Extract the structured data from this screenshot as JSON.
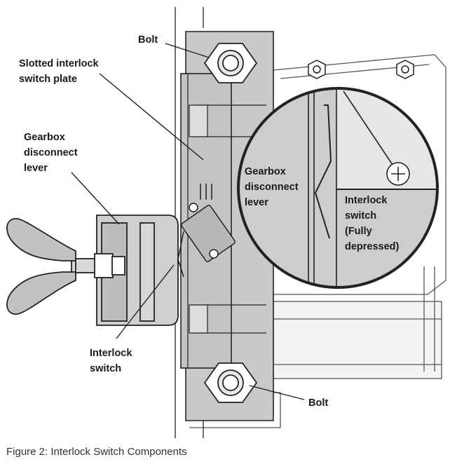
{
  "labels": {
    "bolt_top": "Bolt",
    "slotted_plate": [
      "Slotted interlock",
      "switch plate"
    ],
    "gearbox_lever": [
      "Gearbox",
      "disconnect",
      "lever"
    ],
    "gearbox_lever_inset": [
      "Gearbox",
      "disconnect",
      "lever"
    ],
    "interlock_switch_inset": [
      "Interlock",
      "switch",
      "(Fully",
      "depressed)"
    ],
    "interlock_switch": [
      "Interlock",
      "switch"
    ],
    "bolt_bottom": "Bolt"
  },
  "caption": "Figure 2: Interlock Switch Components",
  "colors": {
    "part_fill": "#c9c9c9",
    "line": "#222222",
    "inset_fill": "#cdcdcd"
  }
}
